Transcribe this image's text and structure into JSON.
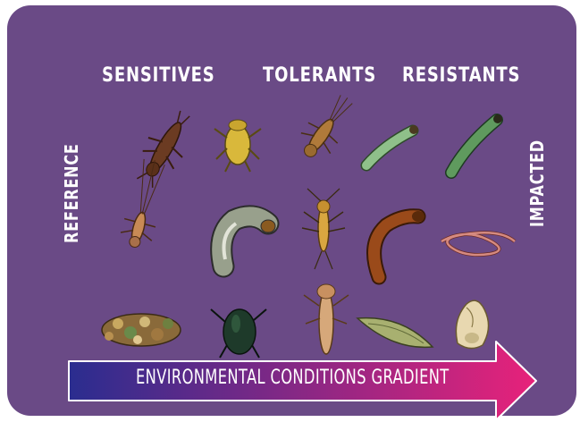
{
  "headers": {
    "sensitives": "SENSITIVES",
    "tolerants": "TOLERANTS",
    "resistants": "RESISTANTS"
  },
  "side_labels": {
    "left": "REFERENCE",
    "right": "IMPACTED"
  },
  "arrow": {
    "label": "ENVIRONMENTAL CONDITIONS GRADIENT",
    "gradient_start": "#2a2d8f",
    "gradient_end": "#e8227a"
  },
  "colors": {
    "background": "#6a4a86",
    "text": "#ffffff"
  },
  "organisms": [
    {
      "name": "stonefly-larva-icon",
      "group": "sensitives"
    },
    {
      "name": "water-bug-nymph-icon",
      "group": "sensitives"
    },
    {
      "name": "mayfly-nymph-icon",
      "group": "tolerants"
    },
    {
      "name": "green-midge-larva-icon",
      "group": "resistants"
    },
    {
      "name": "green-worm-larva-icon",
      "group": "resistants"
    },
    {
      "name": "mayfly-long-tail-icon",
      "group": "sensitives"
    },
    {
      "name": "caddisfly-larva-icon",
      "group": "sensitives"
    },
    {
      "name": "damselfly-nymph-icon",
      "group": "tolerants"
    },
    {
      "name": "brown-beetle-larva-icon",
      "group": "resistants"
    },
    {
      "name": "tubifex-worm-icon",
      "group": "resistants"
    },
    {
      "name": "caddis-case-icon",
      "group": "sensitives"
    },
    {
      "name": "diving-beetle-icon",
      "group": "sensitives"
    },
    {
      "name": "dragonfly-nymph-icon",
      "group": "tolerants"
    },
    {
      "name": "leech-icon",
      "group": "resistants"
    },
    {
      "name": "snail-icon",
      "group": "resistants"
    }
  ]
}
